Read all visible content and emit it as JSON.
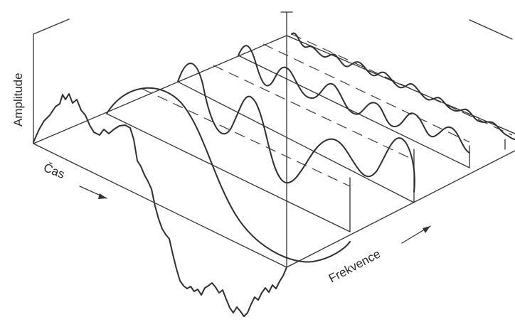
{
  "labels": {
    "amplitude": "Amplitude",
    "time": "Čas",
    "frequency": "Frekvence"
  },
  "colors": {
    "background": "#ffffff",
    "ink": "#2f2f2f"
  }
}
